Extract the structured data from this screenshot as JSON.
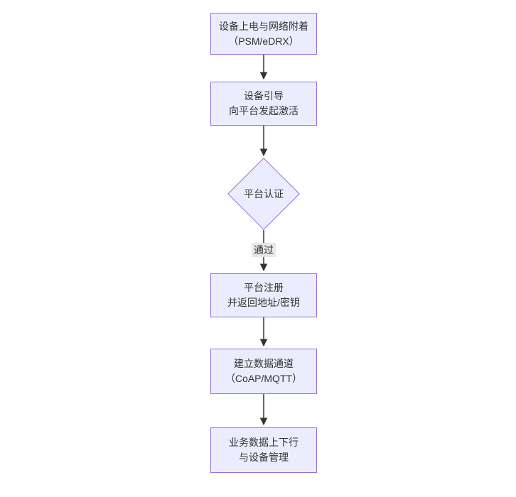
{
  "diagram": {
    "type": "flowchart",
    "direction": "top-down",
    "nodes": [
      {
        "shape": "rect",
        "lines": [
          "设备上电与网络附着",
          "（PSM/eDRX）"
        ]
      },
      {
        "shape": "rect",
        "lines": [
          "设备引导",
          "向平台发起激活"
        ]
      },
      {
        "shape": "diamond",
        "label": "平台认证"
      },
      {
        "shape": "rect",
        "lines": [
          "平台注册",
          "并返回地址/密钥"
        ]
      },
      {
        "shape": "rect",
        "lines": [
          "建立数据通道",
          "（CoAP/MQTT）"
        ]
      },
      {
        "shape": "rect",
        "lines": [
          "业务数据上下行",
          "与设备管理"
        ]
      }
    ],
    "edges": [
      {
        "from": 0,
        "to": 1,
        "label": ""
      },
      {
        "from": 1,
        "to": 2,
        "label": ""
      },
      {
        "from": 2,
        "to": 3,
        "label": "通过"
      },
      {
        "from": 3,
        "to": 4,
        "label": ""
      },
      {
        "from": 4,
        "to": 5,
        "label": ""
      }
    ]
  },
  "colors": {
    "node_fill": "#ECECFF",
    "node_border": "#9370DB",
    "arrow": "#333333",
    "text": "#333333",
    "edge_label_bg": "#e8e8e8",
    "background": "#ffffff"
  }
}
